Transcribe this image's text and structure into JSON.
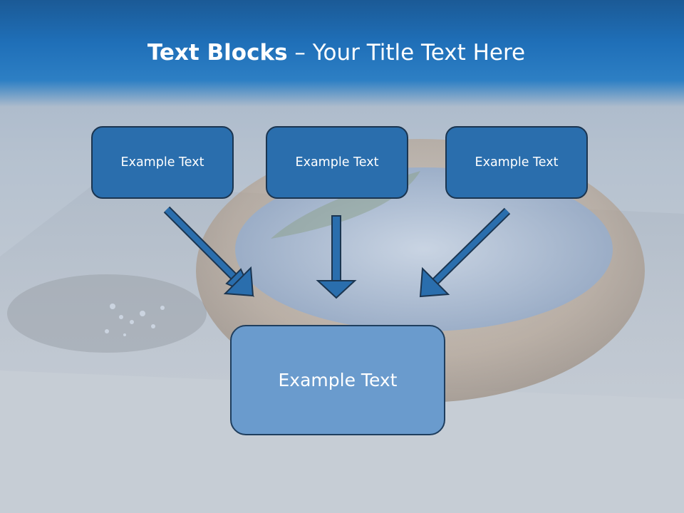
{
  "title": {
    "bold": "Text Blocks",
    "rest": " – Your Title Text Here"
  },
  "top_boxes": [
    {
      "label": "Example Text"
    },
    {
      "label": "Example Text"
    },
    {
      "label": "Example Text"
    }
  ],
  "bottom_box": {
    "label": "Example Text"
  },
  "colors": {
    "title_band": "#1f6fb8",
    "top_box_fill": "#2a6ead",
    "bottom_box_fill": "#6a9bcd",
    "arrow_fill": "#2a6ead",
    "arrow_stroke": "#1b3550",
    "text": "#ffffff"
  }
}
